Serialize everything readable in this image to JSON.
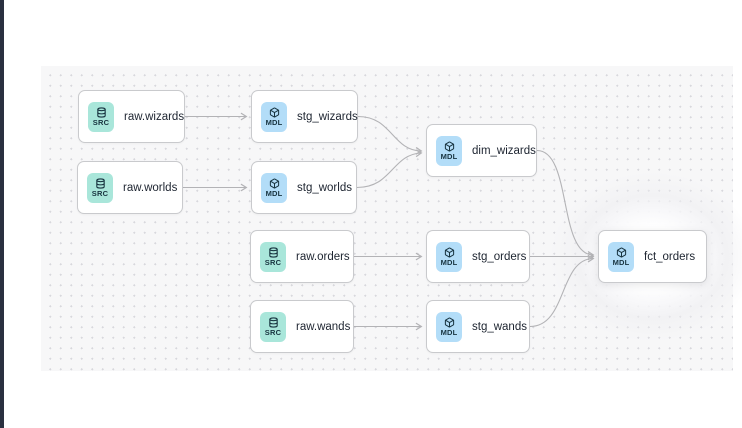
{
  "window": {
    "left_edge_color": "#2a3040"
  },
  "canvas": {
    "background": "#f7f7f8",
    "dot_color": "#d8d8dd"
  },
  "colors": {
    "src_badge_bg": "#a9e6da",
    "mdl_badge_bg": "#b3ddf8",
    "badge_ink": "#17333f",
    "node_border": "#c9cacd",
    "node_bg": "#ffffff",
    "edge": "#b3b3b6",
    "label_ink": "#1d2430"
  },
  "nodes": [
    {
      "id": "raw_wizards",
      "label": "raw.wizards",
      "type": "source",
      "badge": "SRC"
    },
    {
      "id": "stg_wizards",
      "label": "stg_wizards",
      "type": "model",
      "badge": "MDL"
    },
    {
      "id": "raw_worlds",
      "label": "raw.worlds",
      "type": "source",
      "badge": "SRC"
    },
    {
      "id": "stg_worlds",
      "label": "stg_worlds",
      "type": "model",
      "badge": "MDL"
    },
    {
      "id": "dim_wizards",
      "label": "dim_wizards",
      "type": "model",
      "badge": "MDL"
    },
    {
      "id": "raw_orders",
      "label": "raw.orders",
      "type": "source",
      "badge": "SRC"
    },
    {
      "id": "stg_orders",
      "label": "stg_orders",
      "type": "model",
      "badge": "MDL"
    },
    {
      "id": "fct_orders",
      "label": "fct_orders",
      "type": "model",
      "badge": "MDL",
      "highlighted": true
    },
    {
      "id": "raw_wands",
      "label": "raw.wands",
      "type": "source",
      "badge": "SRC"
    },
    {
      "id": "stg_wands",
      "label": "stg_wands",
      "type": "model",
      "badge": "MDL"
    }
  ],
  "edges": [
    {
      "from": "raw_wizards",
      "to": "stg_wizards"
    },
    {
      "from": "raw_worlds",
      "to": "stg_worlds"
    },
    {
      "from": "stg_wizards",
      "to": "dim_wizards"
    },
    {
      "from": "stg_worlds",
      "to": "dim_wizards"
    },
    {
      "from": "raw_orders",
      "to": "stg_orders"
    },
    {
      "from": "raw_wands",
      "to": "stg_wands"
    },
    {
      "from": "stg_orders",
      "to": "fct_orders"
    },
    {
      "from": "dim_wizards",
      "to": "fct_orders"
    },
    {
      "from": "stg_wands",
      "to": "fct_orders"
    }
  ]
}
